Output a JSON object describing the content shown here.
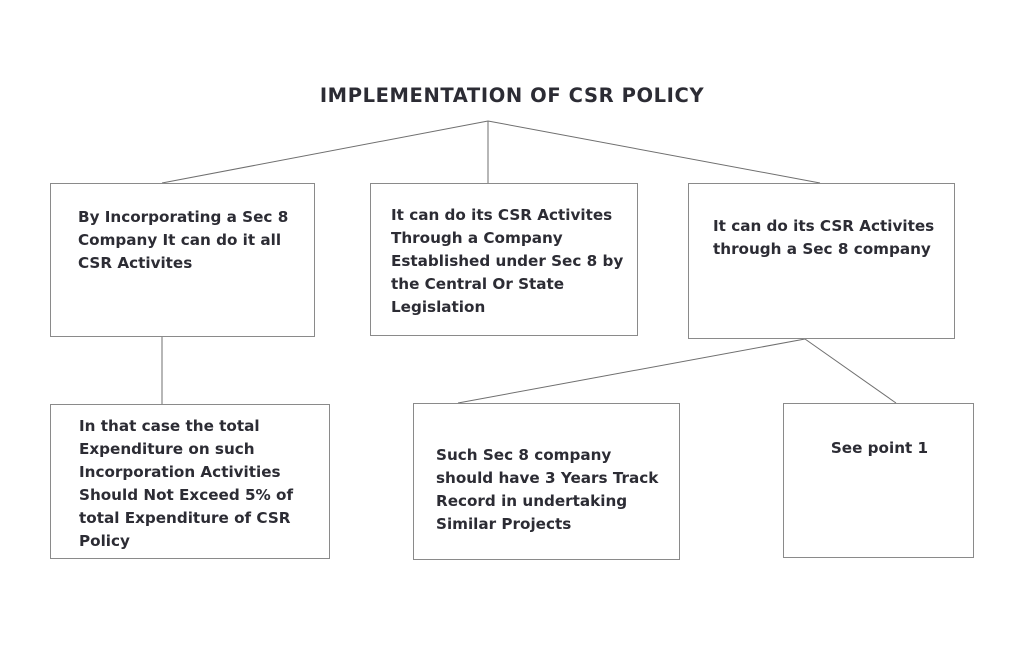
{
  "diagram": {
    "title": "IMPLEMENTATION OF CSR POLICY",
    "line_color": "#8a8a8a",
    "text_color": "#2c2c34",
    "background": "#ffffff",
    "nodes": [
      {
        "id": "sec8-incorporation",
        "text": "By Incorporating a Sec 8 Company It can do it all CSR Activites"
      },
      {
        "id": "company-central-state",
        "text": "It can do its CSR Activites Through a Company Established under Sec 8 by the Central Or State Legislation"
      },
      {
        "id": "through-sec8-company",
        "text": "It can do its CSR Activites through a Sec 8 company"
      },
      {
        "id": "expenditure-limit",
        "text": "In that case the total Expenditure on such Incorporation Activities Should Not Exceed 5% of total Expenditure of CSR Policy"
      },
      {
        "id": "track-record",
        "text": "Such Sec 8 company should have 3 Years Track Record in undertaking Similar Projects"
      },
      {
        "id": "see-point-1",
        "text": "See point 1"
      }
    ]
  }
}
